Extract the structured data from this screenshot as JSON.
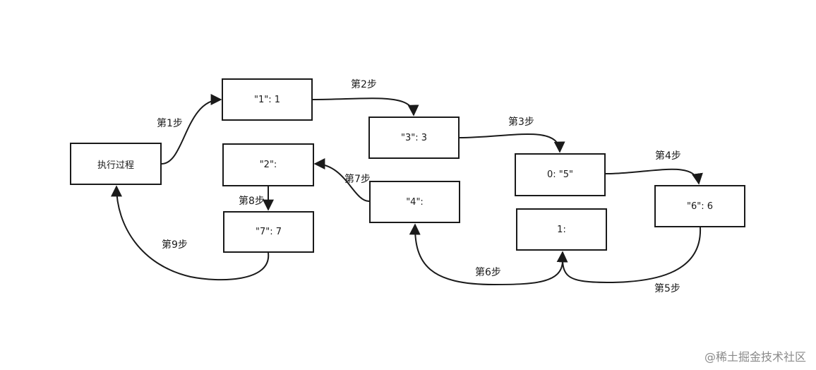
{
  "nodes": {
    "start": "执行过程",
    "n1": "\"1\": 1",
    "n2": "\"2\":",
    "n3": "\"3\": 3",
    "n4": "\"4\":",
    "n5": "0: \"5\"",
    "n6": "\"6\": 6",
    "n7": "\"7\": 7",
    "nOne": "1:"
  },
  "steps": {
    "s1": "第1步",
    "s2": "第2步",
    "s3": "第3步",
    "s4": "第4步",
    "s5": "第5步",
    "s6": "第6步",
    "s7": "第7步",
    "s8": "第8步",
    "s9": "第9步"
  },
  "watermark": "@稀土掘金技术社区"
}
